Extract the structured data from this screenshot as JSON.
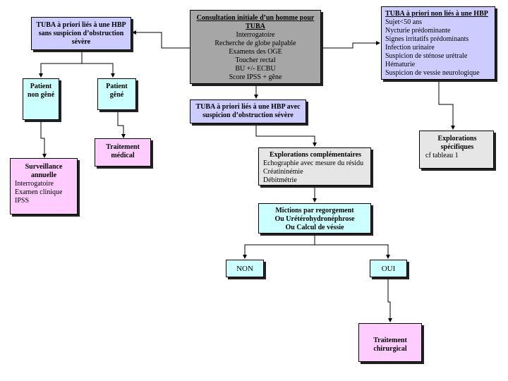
{
  "consultation": {
    "title": "Consultation initiale  d’un homme pour TUBA",
    "items": [
      "Interrogatoire",
      "Recherche de globe palpable",
      "Examens des OGE",
      "Toucher rectal",
      "BU +/- ECBU",
      "Score IPSS + gêne"
    ]
  },
  "left_branch": {
    "title": "TUBA à priori liés à une HBP sans suspicion d’obstruction sévère",
    "patient_non_gene": "Patient non gêné",
    "patient_gene": "Patient gêné",
    "traitement_medical": "Traitement médical",
    "surveillance": {
      "title": "Surveillance annuelle",
      "items": [
        "Interrogatoire",
        "Examen clinique",
        "IPSS"
      ]
    }
  },
  "right_branch": {
    "title": "TUBA à priori non liés à une HBP",
    "items": [
      "Sujet<50 ans",
      "Nycturie prédominante",
      "Signes irritatifs prédominants",
      "Infection urinaire",
      "Suspicion de sténose urétrale",
      "Hématurie",
      "Suspicion de vessie neurologique"
    ],
    "explorations": {
      "title": "Explorations spécifiques",
      "note": "cf tableau 1"
    }
  },
  "center_branch": {
    "title": "TUBA à priori liés à une HBP avec suspicion d’obstruction sévère",
    "explorations": {
      "title": "Explorations complémentaires",
      "items": [
        "Echographie avec mesure du résidu",
        "Créatininémie",
        "Débitmétrie"
      ]
    },
    "mictions": [
      "Mictions par regorgement",
      "Ou Urétérohydronéphrose",
      "Ou Calcul de véssie"
    ],
    "non": "NON",
    "oui": "OUI",
    "traitement_chirurgical": "Traitement chirurgical"
  }
}
